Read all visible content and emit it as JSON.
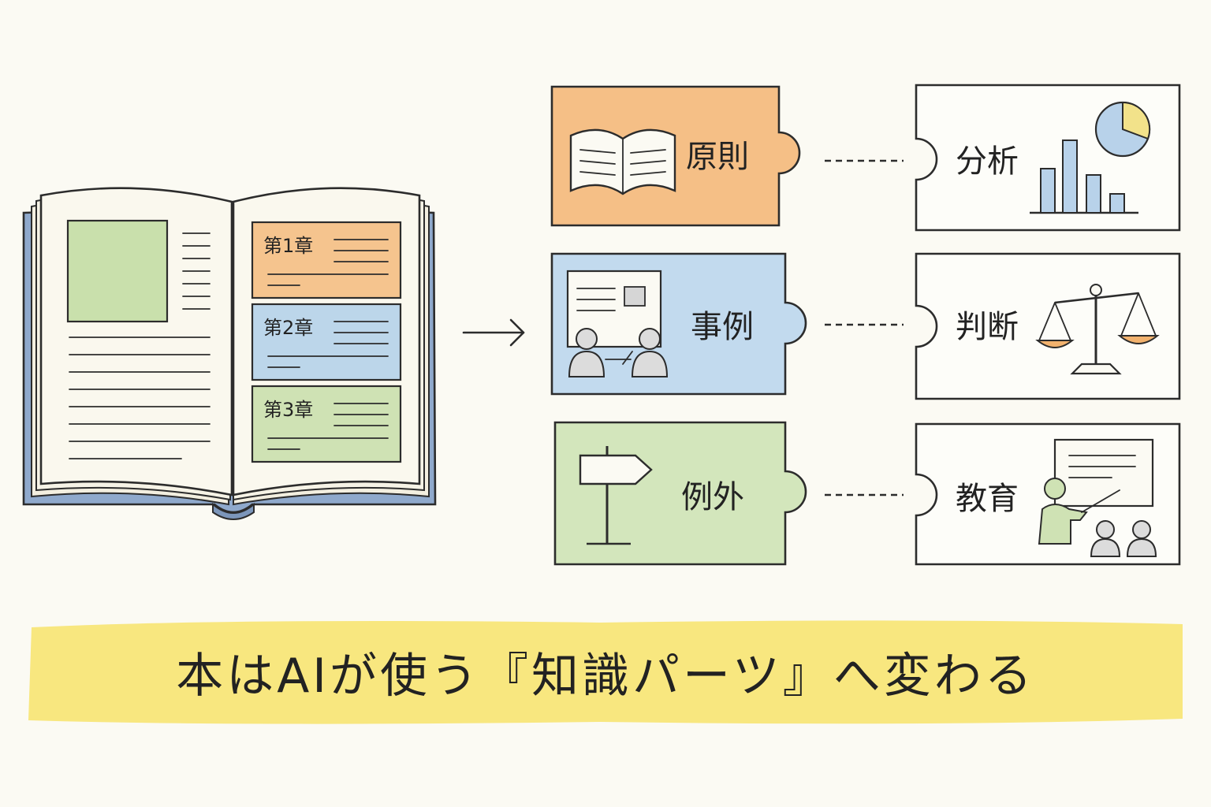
{
  "book": {
    "chapters": [
      {
        "label": "第1章",
        "color": "#f5c48e"
      },
      {
        "label": "第2章",
        "color": "#bcd6ea"
      },
      {
        "label": "第3章",
        "color": "#cfe2b4"
      }
    ]
  },
  "knowledge_pieces": [
    {
      "label": "原則",
      "icon": "open-book-icon",
      "color": "#f5bf86"
    },
    {
      "label": "事例",
      "icon": "meeting-presentation-icon",
      "color": "#c2daee"
    },
    {
      "label": "例外",
      "icon": "signpost-icon",
      "color": "#d3e6bc"
    }
  ],
  "use_pieces": [
    {
      "label": "分析",
      "icon": "bar-pie-chart-icon"
    },
    {
      "label": "判断",
      "icon": "balance-scale-icon"
    },
    {
      "label": "教育",
      "icon": "teacher-students-icon"
    }
  ],
  "banner": {
    "text": "本はAIが使う『知識パーツ』へ変わる",
    "color": "#f7e36a"
  },
  "colors": {
    "ink": "#2c2c2c",
    "book_cover": "#8fa9cc",
    "page": "#faf8ee",
    "image_block": "#c9e0ac"
  }
}
